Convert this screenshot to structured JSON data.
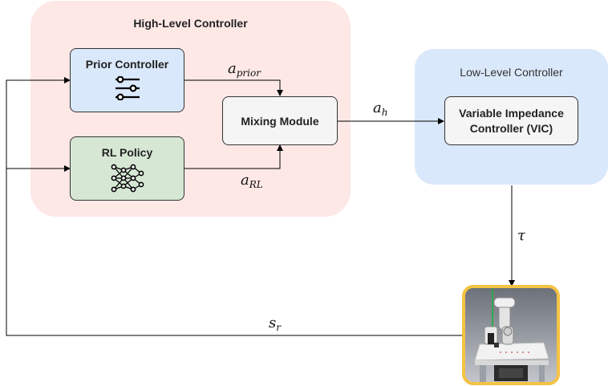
{
  "high_level": {
    "title": "High-Level Controller"
  },
  "low_level": {
    "title": "Low-Level Controller"
  },
  "nodes": {
    "prior": {
      "label": "Prior Controller"
    },
    "rl": {
      "label": "RL Policy"
    },
    "mixing": {
      "label": "Mixing Module"
    },
    "vic": {
      "line1": "Variable Impedance",
      "line2": "Controller (VIC)"
    }
  },
  "edge_labels": {
    "a_prior": {
      "base": "a",
      "sub": "prior"
    },
    "a_rl": {
      "base": "a",
      "sub": "RL"
    },
    "a_h": {
      "base": "a",
      "sub": "h"
    },
    "tau": {
      "base": "τ"
    },
    "s_r": {
      "base": "s",
      "sub": "r"
    }
  },
  "colors": {
    "high_level_bg": "#fde8e6",
    "low_level_bg": "#dae8fb",
    "prior_fill": "#dae8fb",
    "rl_fill": "#d6e8d4",
    "mixing_fill": "#f5f5f5",
    "vic_fill": "#f5f5f5",
    "robot_frame": "#f5c244"
  },
  "icons": {
    "prior": "sliders-icon",
    "rl": "neural-network-icon",
    "robot": "robot-arm-image"
  }
}
